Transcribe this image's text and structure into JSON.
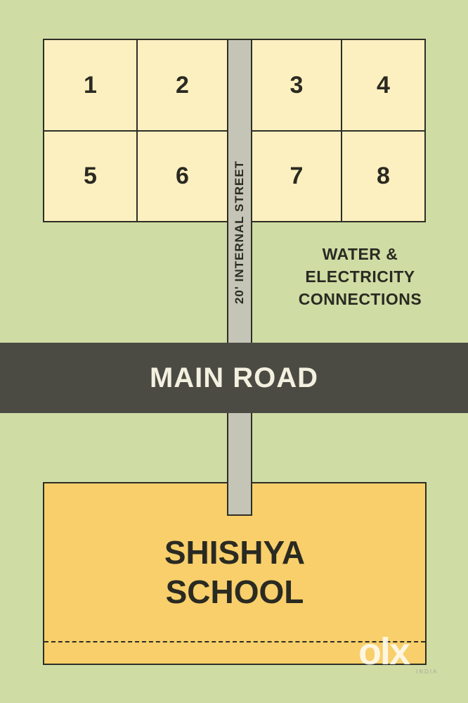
{
  "plots": [
    "1",
    "2",
    "3",
    "4",
    "5",
    "6",
    "7",
    "8"
  ],
  "street_label": "20' INTERNAL STREET",
  "utilities": [
    "WATER &",
    "ELECTRICITY",
    "CONNECTIONS"
  ],
  "road_label": "MAIN ROAD",
  "school": [
    "SHISHYA",
    "SCHOOL"
  ],
  "watermark": {
    "logo": "olx",
    "sub": "INDIA"
  }
}
